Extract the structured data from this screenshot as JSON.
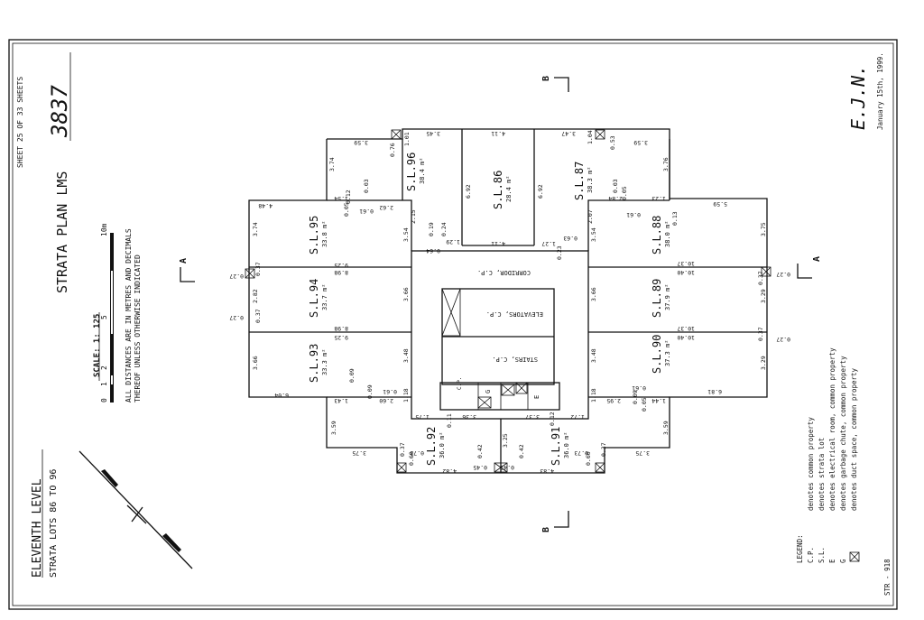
{
  "sheet": {
    "sheet_no": "SHEET 25 OF 33 SHEETS",
    "plan_title": "STRATA PLAN LMS",
    "plan_number": "3837",
    "level_title": "ELEVENTH LEVEL",
    "level_subtitle": "STRATA LOTS 86 TO 96",
    "scale_label": "SCALE:  1: 125",
    "scale_ticks": [
      "0",
      "1",
      "2",
      "5",
      "10m"
    ],
    "note_line1": "ALL DISTANCES ARE IN METRES AND DECIMALS",
    "note_line2": "THEREOF UNLESS OTHERWISE INDICATED",
    "signature_initials": "E.J.N.",
    "date": "January 15th, 1999.",
    "drawing_ref": "STR - 918"
  },
  "sections": {
    "a_label": "A",
    "b_label": "B"
  },
  "legend": {
    "title": "LEGEND:",
    "items": [
      {
        "code": "C.P.",
        "text": "denotes common property"
      },
      {
        "code": "S.L.",
        "text": "denotes strata lot"
      },
      {
        "code": "E",
        "text": "denotes electrical room, common property"
      },
      {
        "code": "G",
        "text": "denotes garbage chute, common property"
      },
      {
        "code": "",
        "text": "denotes duct space, common property"
      }
    ]
  },
  "lots": [
    {
      "name": "S.L.86",
      "area": "28.4 m²"
    },
    {
      "name": "S.L.87",
      "area": "38.3 m²"
    },
    {
      "name": "S.L.88",
      "area": "38.0 m²"
    },
    {
      "name": "S.L.89",
      "area": "37.9 m²"
    },
    {
      "name": "S.L.90",
      "area": "37.3 m²"
    },
    {
      "name": "S.L.91",
      "area": "36.0 m²"
    },
    {
      "name": "S.L.92",
      "area": "36.0 m²"
    },
    {
      "name": "S.L.93",
      "area": "33.3 m²"
    },
    {
      "name": "S.L.94",
      "area": "33.7 m²"
    },
    {
      "name": "S.L.95",
      "area": "33.8 m²"
    },
    {
      "name": "S.L.96",
      "area": "38.4 m²"
    }
  ],
  "common": {
    "corridor": "CORRIDOR, C.P.",
    "elevators": "ELEVATORS, C.P.",
    "stairs": "STAIRS, C.P.",
    "cp": "C.P.",
    "g": "G",
    "e": "E"
  },
  "dims": {
    "d_345": "3.45",
    "d_411a": "4.11",
    "d_347": "3.47",
    "d_359a": "3.59",
    "d_359b": "3.59",
    "d_101": "1.01",
    "d_104": "1.04",
    "d_076": "0.76",
    "d_053": "0.53",
    "d_692a": "6.92",
    "d_692b": "6.92",
    "d_411b": "4.11",
    "d_374a": "3.74",
    "d_374b": "3.74",
    "d_375a": "3.75",
    "d_375b": "3.75",
    "d_448": "4.48",
    "d_559": "5.59",
    "d_154": "1.54",
    "d_123": "1.23",
    "d_262": "2.62",
    "d_284": "2.84",
    "d_215": "2.15",
    "d_207": "2.07",
    "d_354a": "3.54",
    "d_354b": "3.54",
    "d_129": "1.29",
    "d_127": "1.27",
    "d_064": "0.64",
    "d_063": "0.63",
    "d_019": "0.19",
    "d_013": "0.13",
    "d_024": "0.24",
    "d_023": "0.23",
    "d_898": "8.98",
    "d_1040": "10.40",
    "d_1037": "10.37",
    "d_366a": "3.66",
    "d_366b": "3.66",
    "d_282": "2.82",
    "d_329": "3.29",
    "d_037": "0.37",
    "d_027": "0.27",
    "d_925": "9.25",
    "d_348a": "3.48",
    "d_348b": "3.48",
    "d_604": "6.04",
    "d_681": "6.81",
    "d_143": "1.43",
    "d_144": "1.44",
    "d_260": "2.60",
    "d_295": "2.95",
    "d_118a": "1.18",
    "d_118b": "1.18",
    "d_009": "0.09",
    "d_061": "0.61",
    "d_175": "1.75",
    "d_172": "1.72",
    "d_336": "3.36",
    "d_337": "3.37",
    "d_011": "0.11",
    "d_012": "0.12",
    "d_325": "3.25",
    "d_042": "0.42",
    "d_045": "0.45",
    "d_482": "4.82",
    "d_483": "4.83",
    "d_060": "0.60",
    "d_073": "0.73",
    "d_003": "0.03",
    "d_005": "0.05",
    "d_061b": "0.61",
    "d_012b": "0.12",
    "d_055": "0.05",
    "d_376": "3.76"
  }
}
